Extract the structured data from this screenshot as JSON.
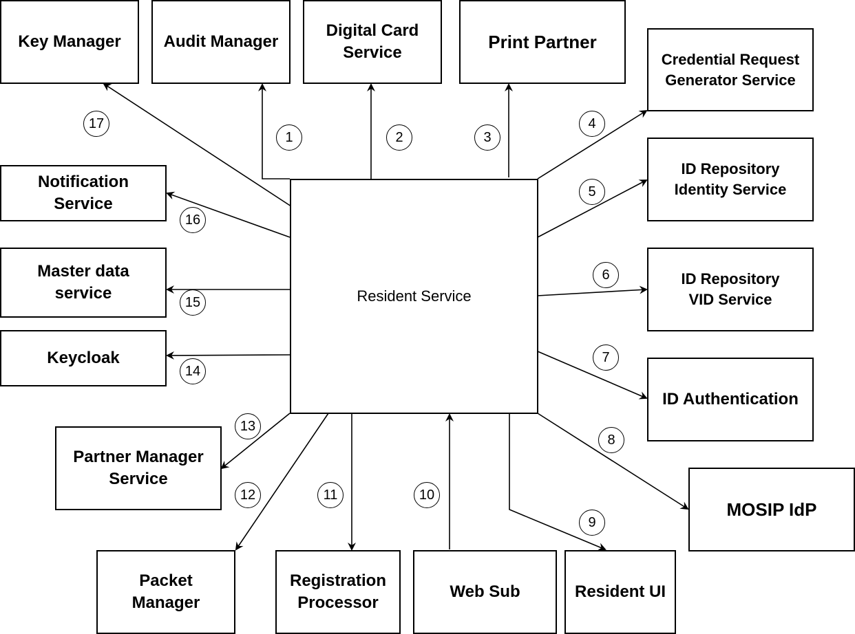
{
  "title": "",
  "center": {
    "label": "Resident Service"
  },
  "services": {
    "key_manager": "Key Manager",
    "audit_manager": "Audit Manager",
    "digital_card": "Digital Card\nService",
    "print_partner": "Print Partner",
    "credential_request": "Credential Request\nGenerator Service",
    "id_repo_identity": "ID Repository\nIdentity Service",
    "id_repo_vid": "ID Repository\nVID Service",
    "id_auth": "ID Authentication",
    "mosip_idp": "MOSIP IdP",
    "resident_ui": "Resident UI",
    "web_sub": "Web Sub",
    "registration_processor": "Registration\nProcessor",
    "packet_manager": "Packet\nManager",
    "partner_manager": "Partner Manager\nService",
    "keycloak": "Keycloak",
    "master_data": "Master data\nservice",
    "notification": "Notification\nService"
  },
  "connections": [
    {
      "number": "1",
      "target": "Audit Manager",
      "direction": "outgoing"
    },
    {
      "number": "2",
      "target": "Digital Card Service",
      "direction": "outgoing"
    },
    {
      "number": "3",
      "target": "Print Partner",
      "direction": "outgoing"
    },
    {
      "number": "4",
      "target": "Credential Request Generator Service",
      "direction": "outgoing"
    },
    {
      "number": "5",
      "target": "ID Repository Identity Service",
      "direction": "outgoing"
    },
    {
      "number": "6",
      "target": "ID Repository VID Service",
      "direction": "outgoing"
    },
    {
      "number": "7",
      "target": "ID Authentication",
      "direction": "outgoing"
    },
    {
      "number": "8",
      "target": "MOSIP IdP",
      "direction": "outgoing"
    },
    {
      "number": "9",
      "target": "Resident UI",
      "direction": "outgoing"
    },
    {
      "number": "10",
      "target": "Web Sub",
      "direction": "incoming"
    },
    {
      "number": "11",
      "target": "Registration Processor",
      "direction": "outgoing"
    },
    {
      "number": "12",
      "target": "Packet Manager",
      "direction": "outgoing"
    },
    {
      "number": "13",
      "target": "Partner Manager Service",
      "direction": "outgoing"
    },
    {
      "number": "14",
      "target": "Keycloak",
      "direction": "outgoing"
    },
    {
      "number": "15",
      "target": "Master data service",
      "direction": "outgoing"
    },
    {
      "number": "16",
      "target": "Notification Service",
      "direction": "outgoing"
    },
    {
      "number": "17",
      "target": "Key Manager",
      "direction": "outgoing"
    }
  ],
  "colors": {
    "stroke": "#000000",
    "fill": "#ffffff"
  }
}
